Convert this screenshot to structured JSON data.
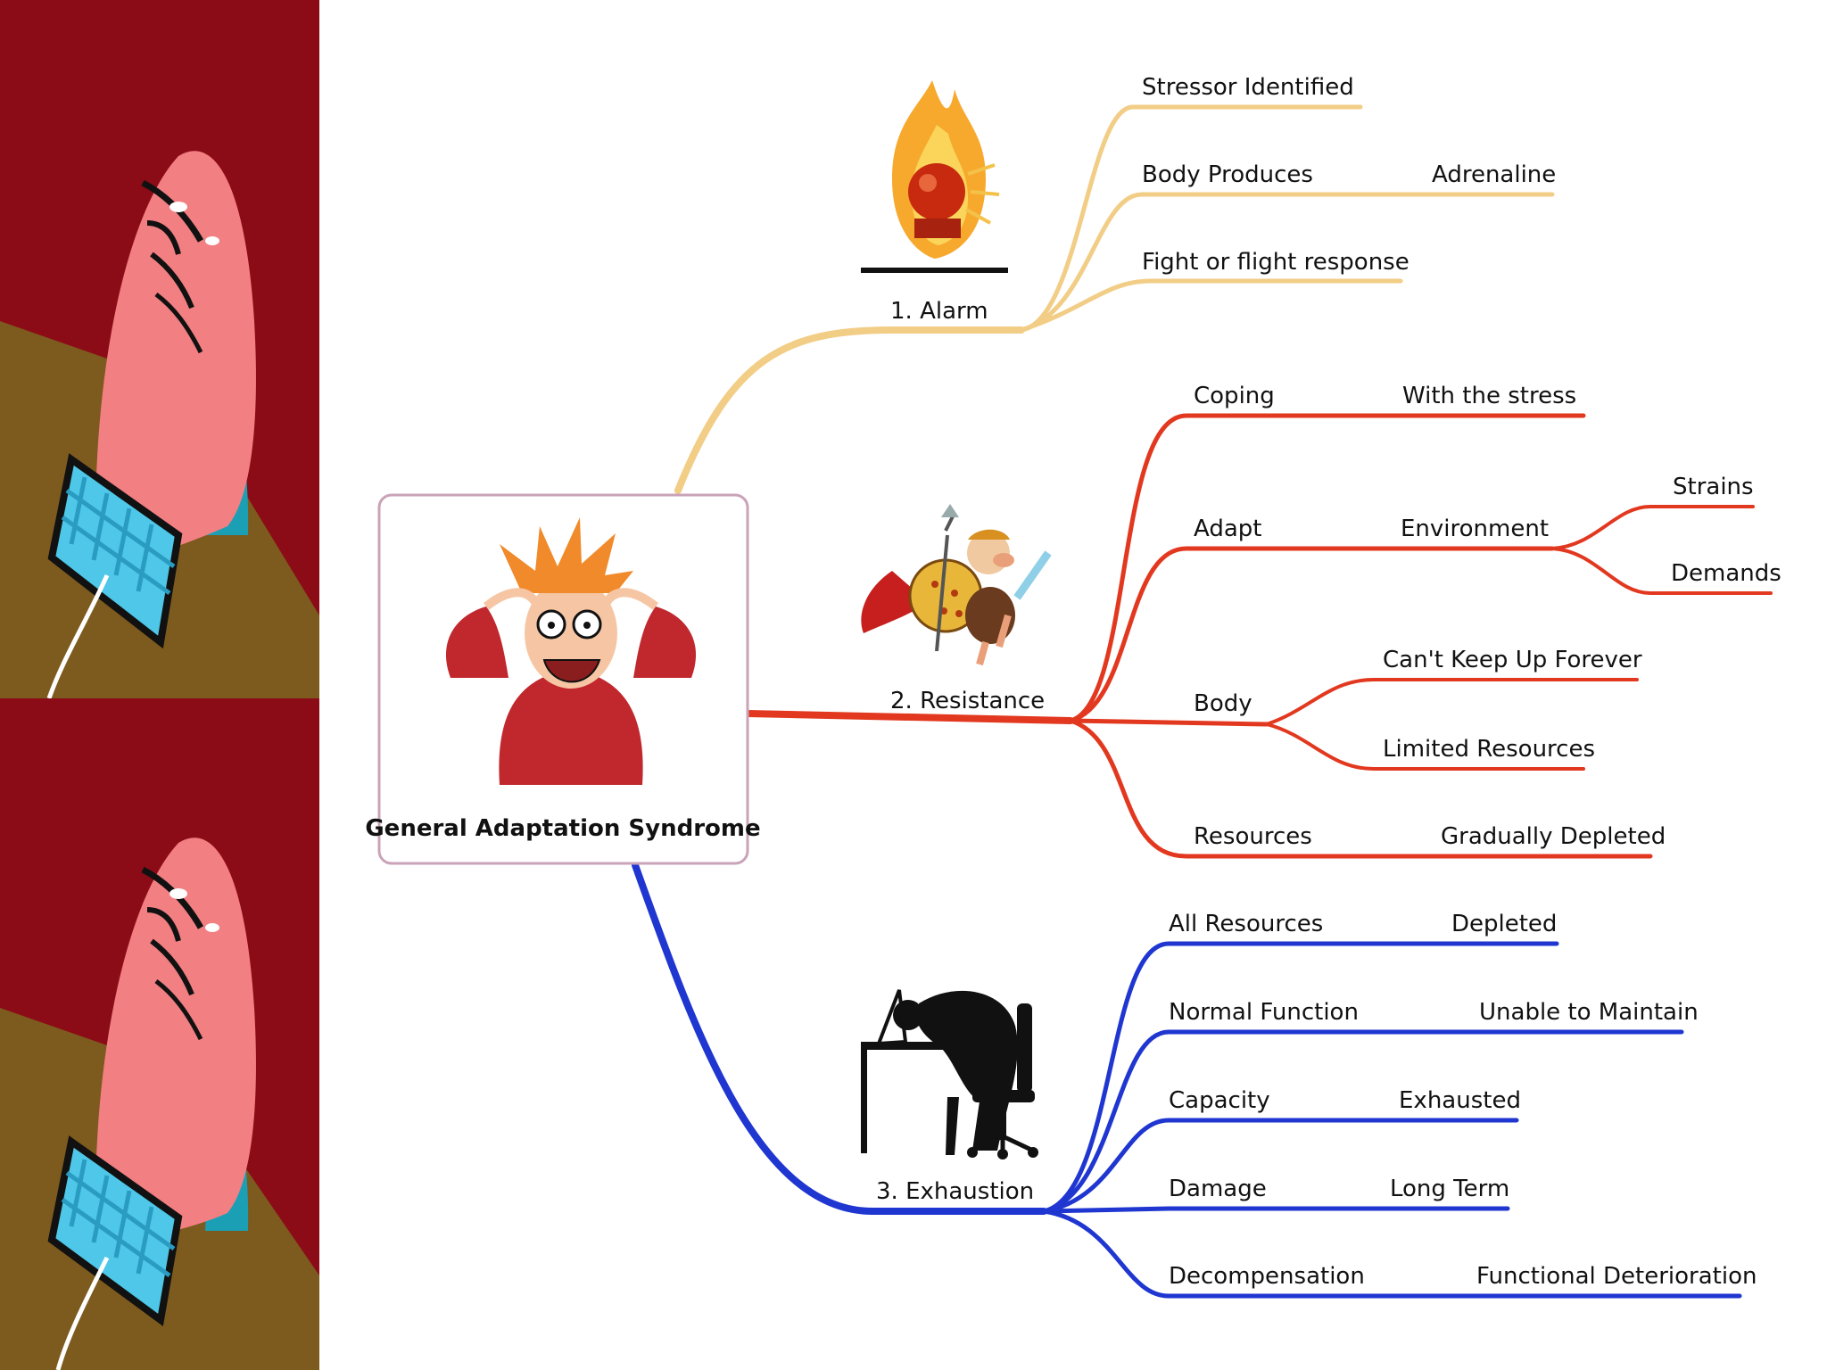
{
  "central": {
    "title": "General Adaptation Syndrome"
  },
  "colors": {
    "alarm": "#F2CD86",
    "resistance": "#E2381F",
    "exhaustion": "#1F36D0",
    "strip_bg": "#8B0C16",
    "strip_desk": "#7D5A1E"
  },
  "icons": {
    "alarm": "alarm-bell-fire-icon",
    "resistance": "warrior-with-sword-and-shield-icon",
    "exhaustion": "person-slumped-at-desk-icon",
    "central": "stressed-person-holding-head-icon"
  },
  "stages": {
    "alarm": {
      "label": "1. Alarm",
      "n0": "Stressor Identified",
      "n1": "Body Produces",
      "n1c": "Adrenaline",
      "n2": "Fight or flight response"
    },
    "resistance": {
      "label": "2. Resistance",
      "n0": "Coping",
      "n0c": "With the stress",
      "n1": "Adapt",
      "n1c": "Environment",
      "n1c0": "Strains",
      "n1c1": "Demands",
      "n2": "Body",
      "n2c0": "Can't Keep Up Forever",
      "n2c1": "Limited Resources",
      "n3": "Resources",
      "n3c": "Gradually Depleted"
    },
    "exhaustion": {
      "label": "3. Exhaustion",
      "n0": "All Resources",
      "n0c": "Depleted",
      "n1": "Normal Function",
      "n1c": "Unable to Maintain",
      "n2": "Capacity",
      "n2c": "Exhausted",
      "n3": "Damage",
      "n3c": "Long Term",
      "n4": "Decompensation",
      "n4c": "Functional Deterioration"
    }
  }
}
